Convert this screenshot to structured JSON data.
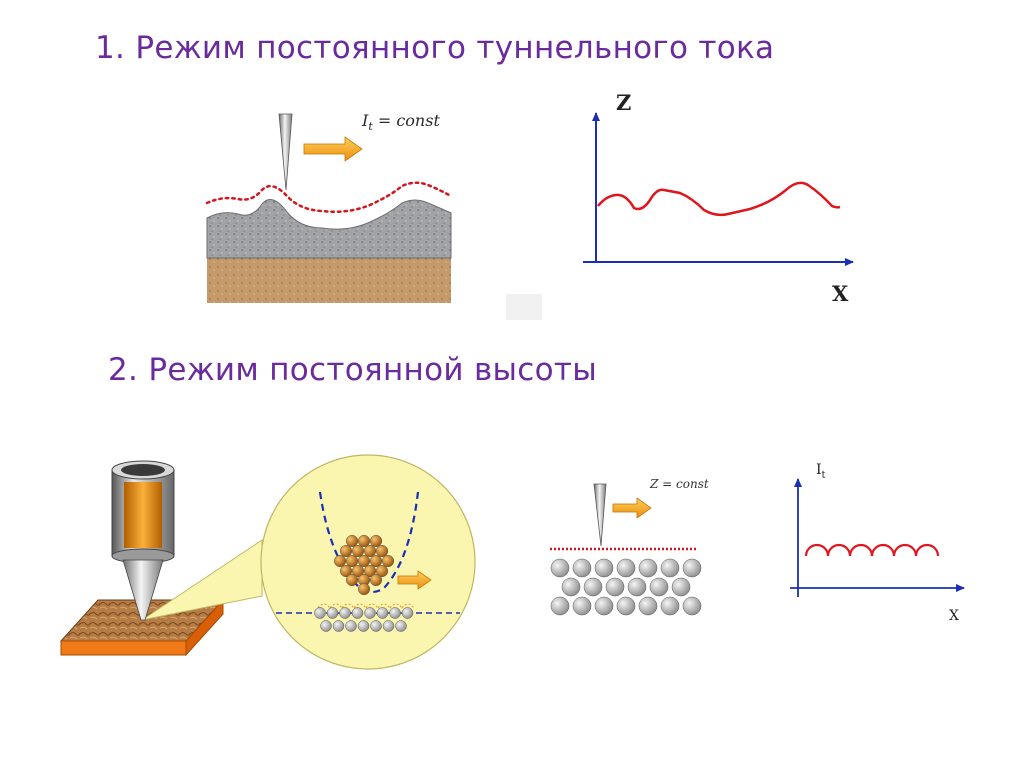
{
  "headings": {
    "mode1": "1. Режим постоянного туннельного тока",
    "mode2": "2. Режим постоянной высоты"
  },
  "figure1": {
    "label_prefix": "I",
    "label_subscript": "t",
    "label_rest": " = const"
  },
  "graph1": {
    "y_label": "Z",
    "x_label": "X"
  },
  "figure3": {
    "label": "Z = const"
  },
  "graph2": {
    "y_label_main": "I",
    "y_label_sub": "t",
    "x_label": "X"
  },
  "colors": {
    "heading": "#6a2c9c",
    "axis": "#1a2fb5",
    "curve": "#e0151d",
    "arrow_fill": "#f6a31c",
    "gray_layer": "#a2a3a6",
    "brown_layer": "#c59a6a",
    "highlight_circle": "#faf6b0",
    "tip_orange": "#ee8d10"
  }
}
